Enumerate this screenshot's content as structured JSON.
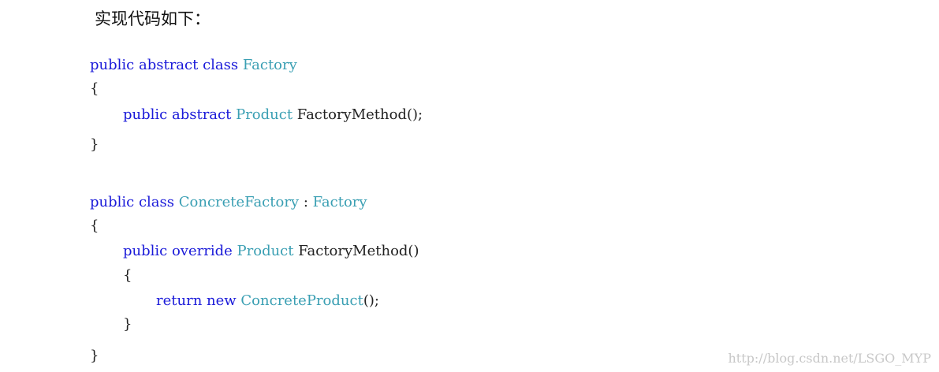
{
  "heading": "实现代码如下：",
  "code": {
    "l1": {
      "kw1": "public",
      "kw2": "abstract",
      "kw3": "class",
      "type": "Factory"
    },
    "l2": {
      "brace": "{"
    },
    "l3": {
      "kw1": "public",
      "kw2": "abstract",
      "type": "Product",
      "method": "FactoryMethod();"
    },
    "l4": {
      "brace": "}"
    },
    "l5": {
      "kw1": "public",
      "kw2": "class",
      "type1": "ConcreteFactory",
      "sep": ":",
      "type2": "Factory"
    },
    "l6": {
      "brace": "{"
    },
    "l7": {
      "kw1": "public",
      "kw2": "override",
      "type": "Product",
      "method": "FactoryMethod()"
    },
    "l8": {
      "brace": "{"
    },
    "l9": {
      "kw1": "return",
      "kw2": "new",
      "type": "ConcreteProduct",
      "rest": "();"
    },
    "l10": {
      "brace": "}"
    },
    "l11": {
      "brace": "}"
    }
  },
  "watermark": "http://blog.csdn.net/LSGO_MYP",
  "colors": {
    "keyword": "#1a1ad9",
    "type": "#3a9fb3",
    "plain": "#222222",
    "watermark": "#c8c8c8"
  }
}
